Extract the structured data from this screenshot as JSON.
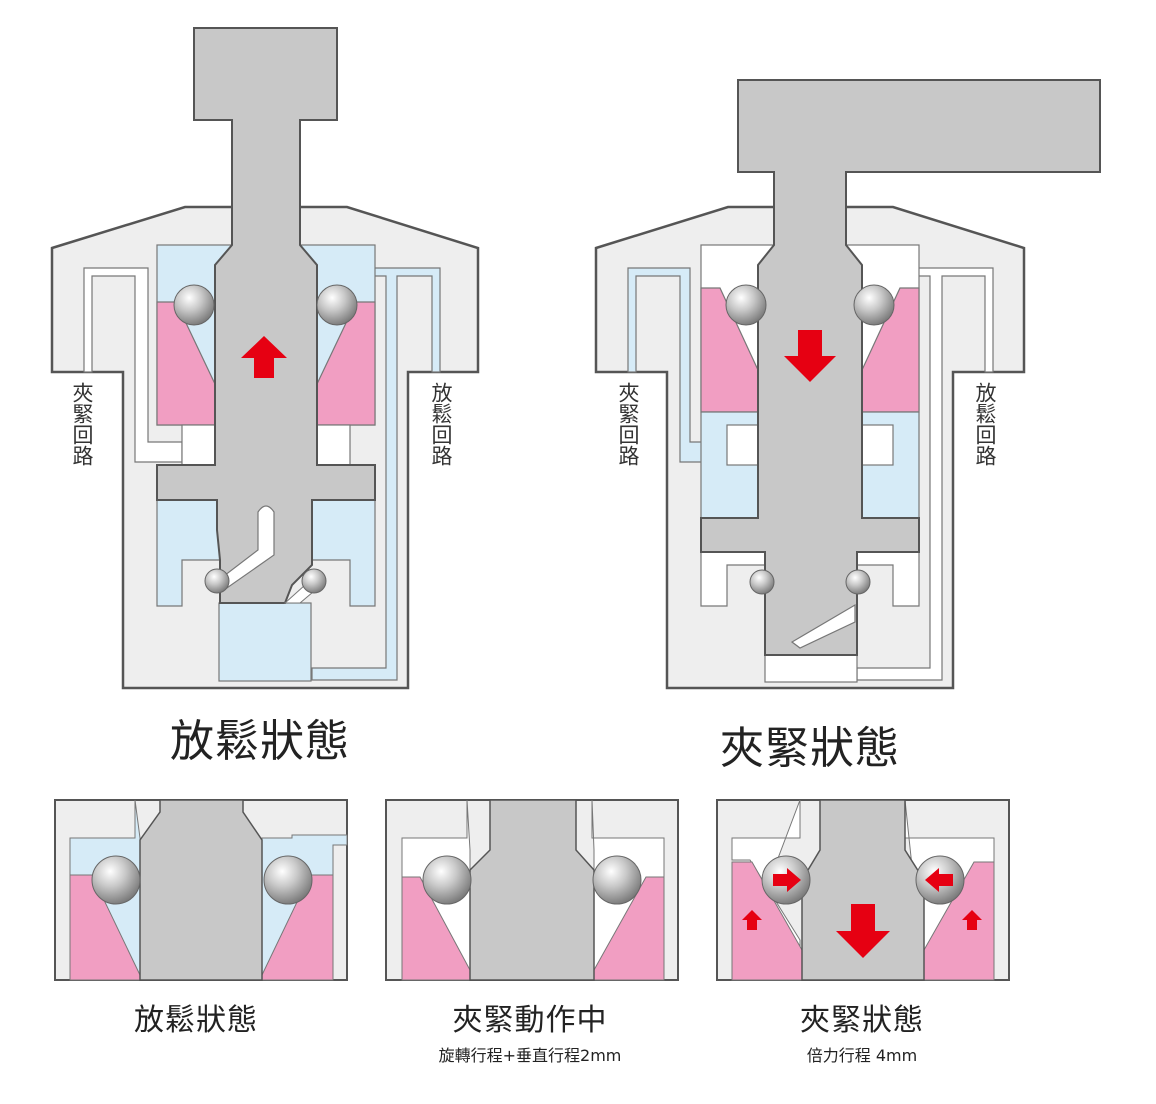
{
  "top_left": {
    "title": "放鬆狀態",
    "left_port": "夾緊回路",
    "right_port": "放鬆回路"
  },
  "top_right": {
    "title": "夾緊狀態",
    "left_port": "夾緊回路",
    "right_port": "放鬆回路"
  },
  "bottom": {
    "panel1": {
      "title": "放鬆狀態",
      "subtitle": ""
    },
    "panel2": {
      "title": "夾緊動作中",
      "subtitle": "旋轉行程+垂直行程2mm"
    },
    "panel3": {
      "title": "夾緊狀態",
      "subtitle": "倍力行程 4mm"
    }
  },
  "colors": {
    "body": "#eeeeee",
    "outline": "#555555",
    "shaft": "#c8c8c8",
    "oil": "#d6ebf7",
    "wedge": "#f19ec2",
    "arrow": "#e60012"
  }
}
